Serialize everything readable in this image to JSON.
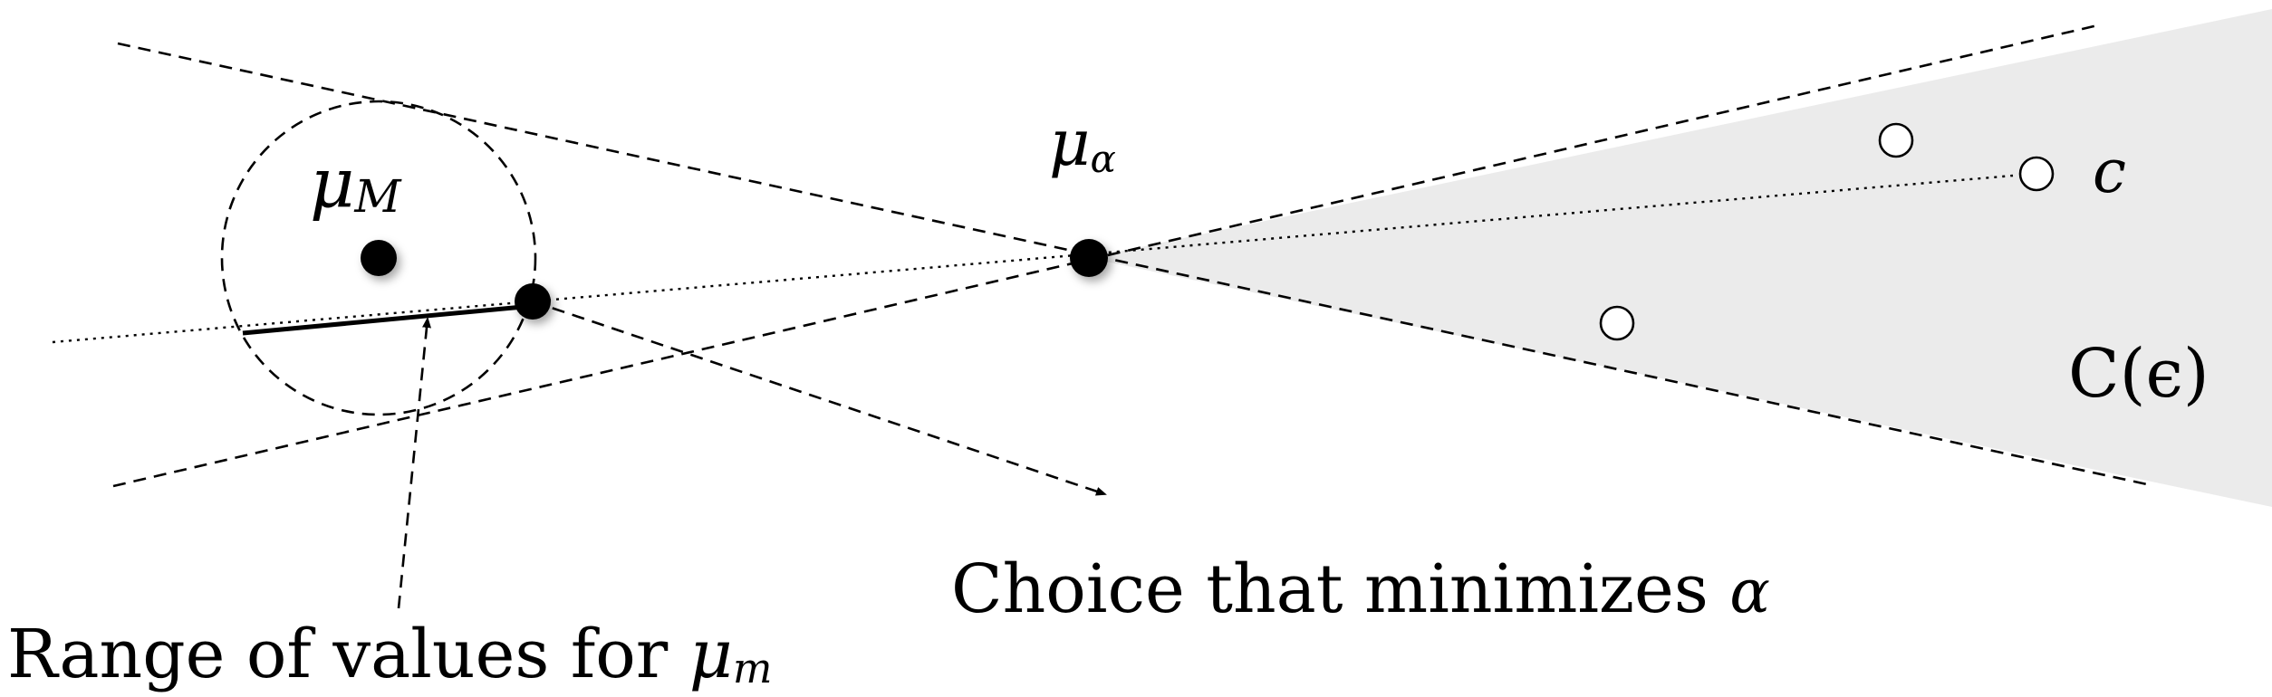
{
  "labels": {
    "mu_M_sym": "μ",
    "mu_M_sub": "M",
    "mu_alpha_sym": "μ",
    "mu_alpha_sub": "α",
    "c": "c",
    "cone": "C(ϵ)",
    "choice": "Choice that minimizes ",
    "choice_alpha": "α",
    "range": "Range of values for ",
    "range_mu": "μ",
    "range_sub": "m"
  },
  "colors": {
    "cone_fill": "#ebebeb",
    "ink": "#000000"
  }
}
